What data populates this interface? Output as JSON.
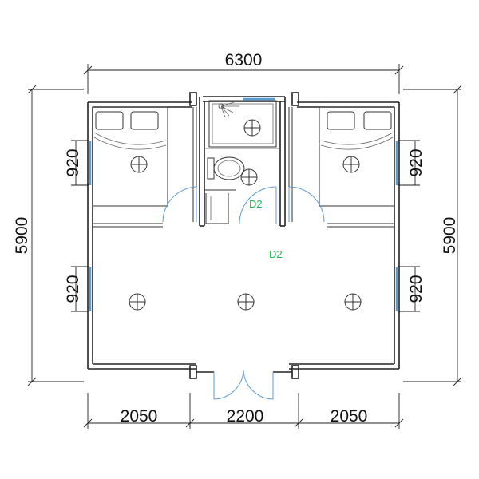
{
  "dimensions": {
    "top_width": "6300",
    "left_height": "5900",
    "right_height": "5900",
    "bottom_left": "2050",
    "bottom_middle": "2200",
    "bottom_right": "2050",
    "window_left_upper": "920",
    "window_left_lower": "920",
    "window_right_upper": "920",
    "window_right_lower": "920"
  },
  "door_tags": {
    "bathroom_door": "D2",
    "hall_door": "D2"
  },
  "colors": {
    "walls": "#222222",
    "windows_doors": "#5b9bd5",
    "door_tags": "#22bb55"
  }
}
